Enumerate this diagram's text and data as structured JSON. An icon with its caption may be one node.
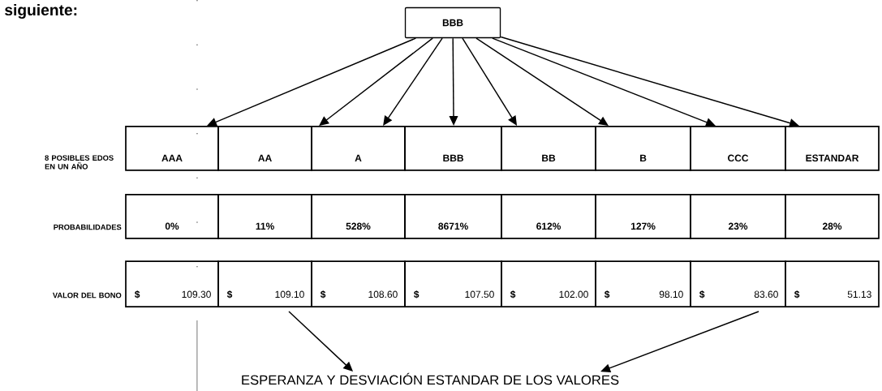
{
  "diagram": {
    "nodes": [
      {
        "text": [
          "BBB"
        ]
      },
      {
        "text": [
          "AAA"
        ]
      },
      {
        "text": [
          "AA"
        ]
      },
      {
        "text": [
          "A"
        ]
      },
      {
        "text": [
          "BBB"
        ]
      },
      {
        "text": [
          "BB"
        ]
      },
      {
        "text": [
          "B"
        ]
      },
      {
        "text": [
          "CCC"
        ]
      },
      {
        "text": [
          "ESTANDAR"
        ]
      },
      {
        "text": [
          "0%"
        ]
      },
      {
        "text": [
          "11%"
        ]
      },
      {
        "text": [
          "528%"
        ]
      },
      {
        "text": [
          "8671%"
        ]
      },
      {
        "text": [
          "612%"
        ]
      },
      {
        "text": [
          "127%"
        ]
      },
      {
        "text": [
          "23%"
        ]
      },
      {
        "text": [
          "28%"
        ]
      },
      {
        "text": [
          "$",
          "109.30"
        ]
      },
      {
        "text": [
          "$",
          "109.10"
        ]
      },
      {
        "text": [
          "$",
          "108.60"
        ]
      },
      {
        "text": [
          "$",
          "107.50"
        ]
      },
      {
        "text": [
          "$",
          "102.00"
        ]
      },
      {
        "text": [
          "$",
          "98.10"
        ]
      },
      {
        "text": [
          "$",
          "83.60"
        ]
      },
      {
        "text": [
          "$",
          "51.13"
        ]
      },
      {
        "text": [
          "ESPERANZA Y DESVIACIÓN ESTANDAR DE LOS VALORES"
        ]
      }
    ],
    "edges": [
      {
        "from": 0,
        "to": 1,
        "arrow": "to"
      },
      {
        "from": 0,
        "to": 2,
        "arrow": "to"
      },
      {
        "from": 0,
        "to": 3,
        "arrow": "to"
      },
      {
        "from": 0,
        "to": 4,
        "arrow": "to"
      },
      {
        "from": 0,
        "to": 5,
        "arrow": "to"
      },
      {
        "from": 0,
        "to": 6,
        "arrow": "to"
      },
      {
        "from": 0,
        "to": 7,
        "arrow": "to"
      },
      {
        "from": 0,
        "to": 8,
        "arrow": "to"
      },
      {
        "from": 18,
        "to": 25,
        "arrow": "to"
      },
      {
        "from": 23,
        "to": 25,
        "arrow": "to"
      }
    ],
    "labels": [
      "siguiente:",
      "8 POSIBLES EDOS EN UN AÑO",
      "PROBABILIDADES",
      "VALOR DEL BONO"
    ]
  }
}
